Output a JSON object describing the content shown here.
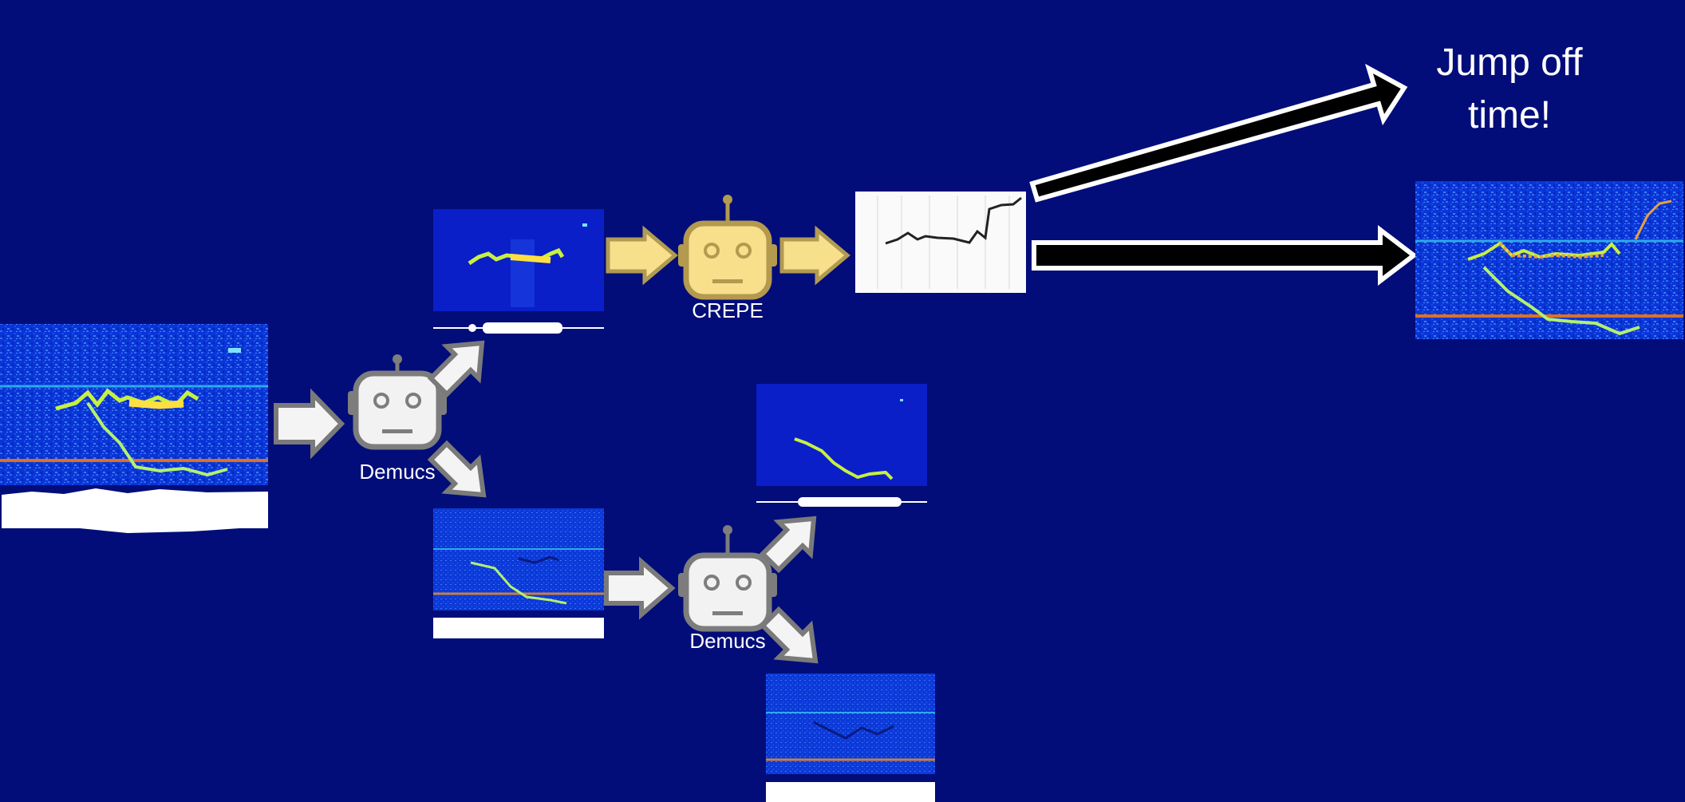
{
  "labels": {
    "demucs_1": "Demucs",
    "demucs_2": "Demucs",
    "crepe": "CREPE",
    "jump_line_1": "Jump off",
    "jump_line_2": "time!"
  },
  "colors": {
    "background": "#020d7a",
    "spectrogram_bg": "#0a2fd0",
    "robot_white": "#f2f2f2",
    "robot_yellow": "#f8df8c",
    "arrow_white": "#f4f4f4",
    "arrow_yellow": "#f8df8c",
    "arrow_black": "#000000"
  },
  "icons": [
    "robot-icon",
    "arrow-icon"
  ]
}
